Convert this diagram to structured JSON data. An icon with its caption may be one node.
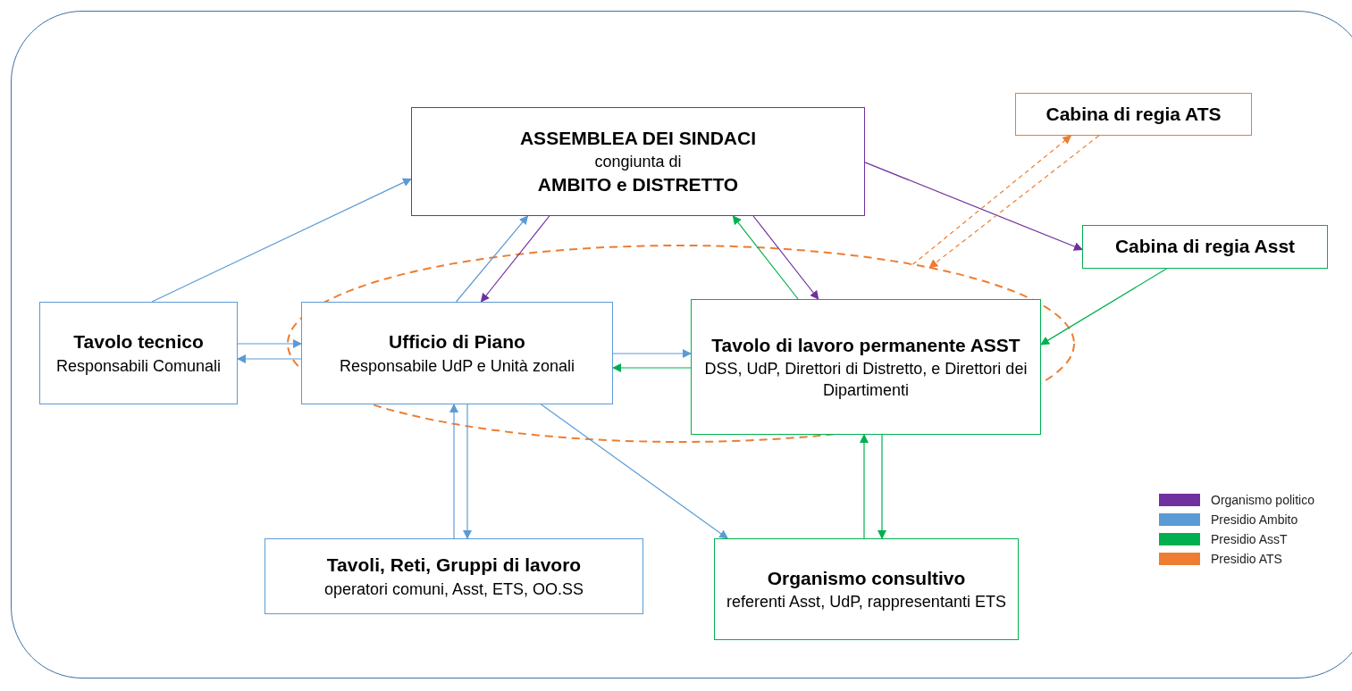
{
  "diagram": {
    "nodes": [
      {
        "text": [
          "ASSEMBLEA DEI SINDACI",
          "congiunta di",
          "AMBITO e DISTRETTO"
        ]
      },
      {
        "text": [
          "Cabina di regia ATS"
        ]
      },
      {
        "text": [
          "Cabina di regia Asst"
        ]
      },
      {
        "text": [],
        "shape": "ellipse"
      },
      {
        "text": [
          "Tavolo tecnico",
          "Responsabili Comunali"
        ]
      },
      {
        "text": [
          "Ufficio di Piano",
          "Responsabile UdP e Unità zonali"
        ],
        "in": 3
      },
      {
        "text": [
          "Tavolo di lavoro permanente ASST",
          "DSS, UdP, Direttori di Distretto, e Direttori dei Dipartimenti"
        ],
        "in": 3
      },
      {
        "text": [
          "Tavoli, Reti, Gruppi di lavoro",
          "operatori comuni, Asst, ETS, OO.SS"
        ]
      },
      {
        "text": [
          "Organismo consultivo",
          "referenti Asst, UdP, rappresentanti ETS"
        ]
      }
    ],
    "edges": [
      {
        "from": 4,
        "to": 0,
        "arrow": "to"
      },
      {
        "from": 4,
        "to": 5,
        "arrow": "to"
      },
      {
        "from": 5,
        "to": 4,
        "arrow": "to"
      },
      {
        "from": 5,
        "to": 0,
        "arrow": "to"
      },
      {
        "from": 0,
        "to": 5,
        "arrow": "to",
        "color": "#7030a0"
      },
      {
        "from": 5,
        "to": 6,
        "arrow": "to"
      },
      {
        "from": 6,
        "to": 5,
        "arrow": "to",
        "color": "#00b050"
      },
      {
        "from": 6,
        "to": 0,
        "arrow": "to",
        "color": "#00b050"
      },
      {
        "from": 0,
        "to": 6,
        "arrow": "to",
        "color": "#7030a0"
      },
      {
        "from": 0,
        "to": 2,
        "arrow": "to",
        "color": "#7030a0"
      },
      {
        "from": 2,
        "to": 6,
        "arrow": "to",
        "color": "#00b050"
      },
      {
        "from": 3,
        "to": 1,
        "arrow": "to",
        "style": "dashed",
        "color": "#ed7d31"
      },
      {
        "from": 1,
        "to": 3,
        "arrow": "to",
        "style": "dashed",
        "color": "#ed7d31"
      },
      {
        "from": 7,
        "to": 5,
        "arrow": "to"
      },
      {
        "from": 5,
        "to": 7,
        "arrow": "to"
      },
      {
        "from": 5,
        "to": 8,
        "arrow": "to"
      },
      {
        "from": 8,
        "to": 6,
        "arrow": "to",
        "color": "#00b050"
      },
      {
        "from": 6,
        "to": 8,
        "arrow": "to",
        "color": "#00b050"
      }
    ],
    "legend": [
      {
        "text": "Organismo politico",
        "color": "#7030a0"
      },
      {
        "text": "Presidio Ambito",
        "color": "#5b9bd5"
      },
      {
        "text": "Presidio AssT",
        "color": "#00b050"
      },
      {
        "text": "Presidio ATS",
        "color": "#ed7d31"
      }
    ]
  }
}
